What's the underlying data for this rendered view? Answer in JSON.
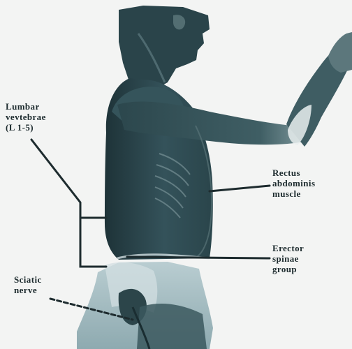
{
  "labels": {
    "lumbar": "Lumbar\nvevtebrae\n(L 1-5)",
    "rectus": "Rectus\nabdominis\nmuscle",
    "erector": "Erector\nspinae\ngroup",
    "sciatic": "Sciatic\nnerve"
  },
  "colors": {
    "background": "#f3f4f3",
    "figure_dark": "#243a40",
    "figure_mid": "#3d5a60",
    "figure_light": "#6f8a8e",
    "pelvis_fill": "#9fb8bd",
    "leader_line": "#1d2b2e"
  }
}
